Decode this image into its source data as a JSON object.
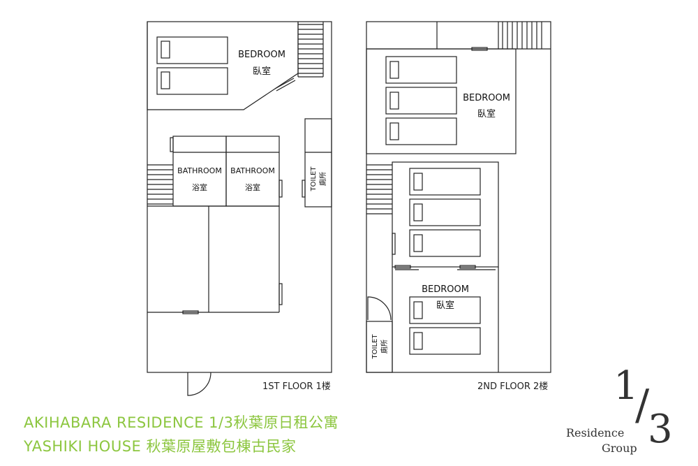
{
  "floors": {
    "first": {
      "label": "1ST FLOOR 1楼",
      "bedroom_en": "BEDROOM",
      "bedroom_zh": "臥室",
      "bath1_en": "BATHROOM",
      "bath1_zh": "浴室",
      "bath2_en": "BATHROOM",
      "bath2_zh": "浴室",
      "toilet_en": "TOILET",
      "toilet_zh": "廁所"
    },
    "second": {
      "label": "2ND FLOOR 2楼",
      "bedroom_top_en": "BEDROOM",
      "bedroom_top_zh": "臥室",
      "bedroom_bottom_en": "BEDROOM",
      "bedroom_bottom_zh": "臥室",
      "toilet_en": "TOILET",
      "toilet_zh": "廁所"
    }
  },
  "title": {
    "line1": "AKIHABARA RESIDENCE  1/3秋葉原日租公寓",
    "line2": "YASHIKI HOUSE  秋葉原屋敷包棟古民家"
  },
  "logo": {
    "one": "1",
    "slash": "/",
    "three": "3",
    "word1": "Residence",
    "word2": "Group"
  },
  "colors": {
    "accent": "#8cc63f",
    "line": "#222222"
  }
}
